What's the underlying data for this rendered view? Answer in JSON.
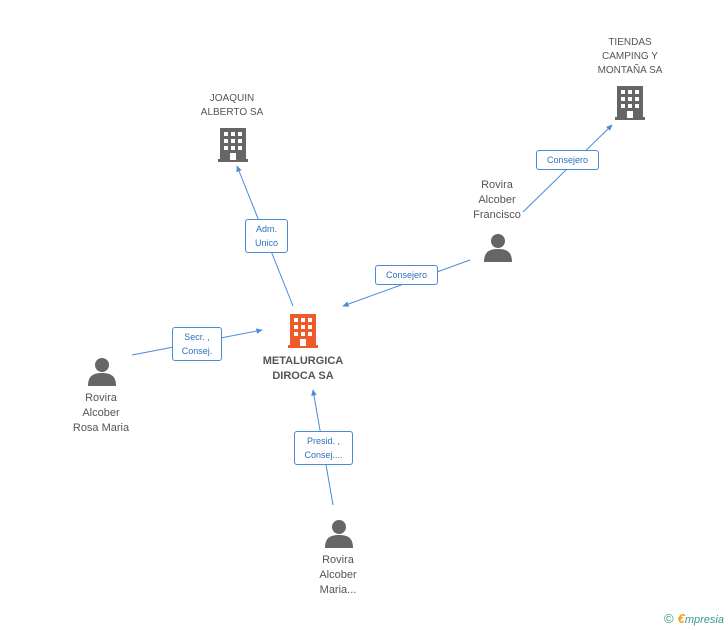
{
  "colors": {
    "edge": "#4a8bd6",
    "node_icon": "#666666",
    "main_icon": "#f05a28",
    "label_text": "#555555"
  },
  "nodes": {
    "main_company": {
      "label": "METALURGICA\nDIROCA SA",
      "icon": "building-icon"
    },
    "joaquin": {
      "label": "JOAQUIN\nALBERTO SA",
      "icon": "building-icon"
    },
    "tiendas": {
      "label": "TIENDAS\nCAMPING Y\nMONTAÑA SA",
      "icon": "building-icon"
    },
    "francisco": {
      "label": "Rovira\nAlcober\nFrancisco",
      "icon": "person-icon"
    },
    "rosa": {
      "label": "Rovira\nAlcober\nRosa Maria",
      "icon": "person-icon"
    },
    "maria": {
      "label": "Rovira\nAlcober\nMaria...",
      "icon": "person-icon"
    }
  },
  "edges": {
    "adm_unico": "Adm.\nUnico",
    "consejero_tiendas": "Consejero",
    "consejero_main": "Consejero",
    "secr_consej": "Secr. ,\nConsej.",
    "presid_consej": "Presid. ,\nConsej...."
  },
  "footer": {
    "copyright": "©",
    "brand_initial": "€",
    "brand_rest": "mpresia"
  }
}
